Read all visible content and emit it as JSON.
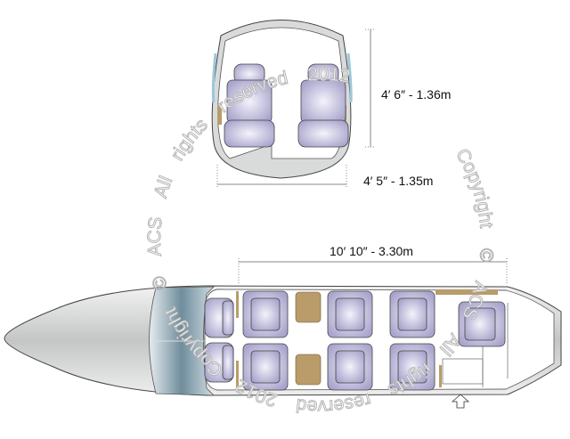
{
  "watermark": "Copyright © ACS All rights reserved 2012",
  "dimensions": {
    "cabin_height": "4′ 6″ - 1.36m",
    "cabin_width": "4′ 5″ - 1.35m",
    "cabin_length": "10′ 10″ - 3.30m"
  },
  "colors": {
    "seat": "#b9b6d8",
    "table": "#b99c69",
    "fuselage": "#d9dbdb",
    "window": "#9cc8dc"
  }
}
